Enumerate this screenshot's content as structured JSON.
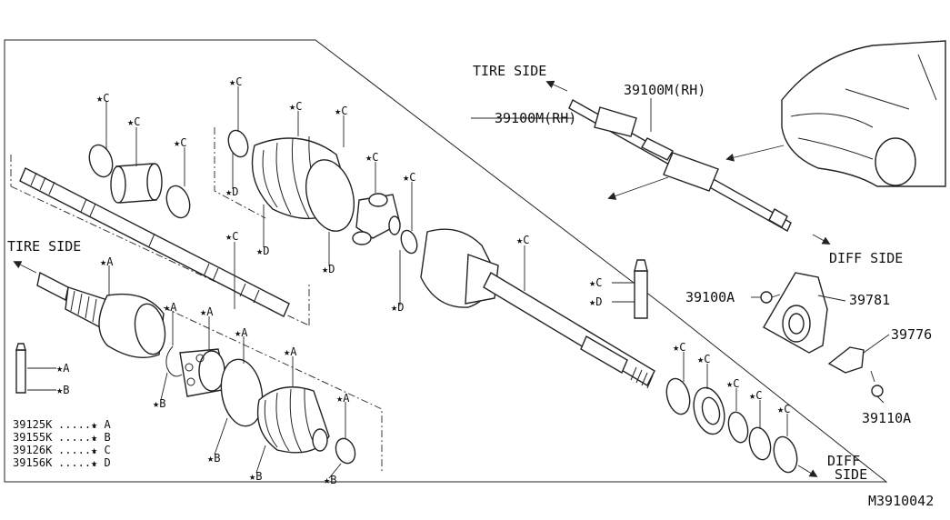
{
  "diagram": {
    "code": "M3910042",
    "sides": {
      "tire_left": "TIRE SIDE",
      "tire_top": "TIRE SIDE",
      "diff_right": "DIFF SIDE",
      "diff_bottom_1": "DIFF",
      "diff_bottom_2": "SIDE"
    },
    "part_numbers": {
      "shaft_assembly_top": "39100M(RH)",
      "shaft_assembly_main": "39100M(RH)",
      "bolt_39100a": "39100A",
      "bracket_39781": "39781",
      "retainer_39776": "39776",
      "bolt_39110a": "39110A"
    },
    "markers": {
      "A": "★A",
      "B": "★B",
      "C": "★C",
      "D": "★D"
    },
    "grease_tube_labels": [
      "★A",
      "★B"
    ],
    "grease_tube_labels_right": [
      "★C",
      "★D"
    ],
    "kit_legend": [
      {
        "part": "39125K",
        "dots": "......",
        "mark": "★ A"
      },
      {
        "part": "39155K",
        "dots": "......",
        "mark": "★ B"
      },
      {
        "part": "39126K",
        "dots": "......",
        "mark": "★ C"
      },
      {
        "part": "39156K",
        "dots": "......",
        "mark": "★ D"
      }
    ]
  }
}
